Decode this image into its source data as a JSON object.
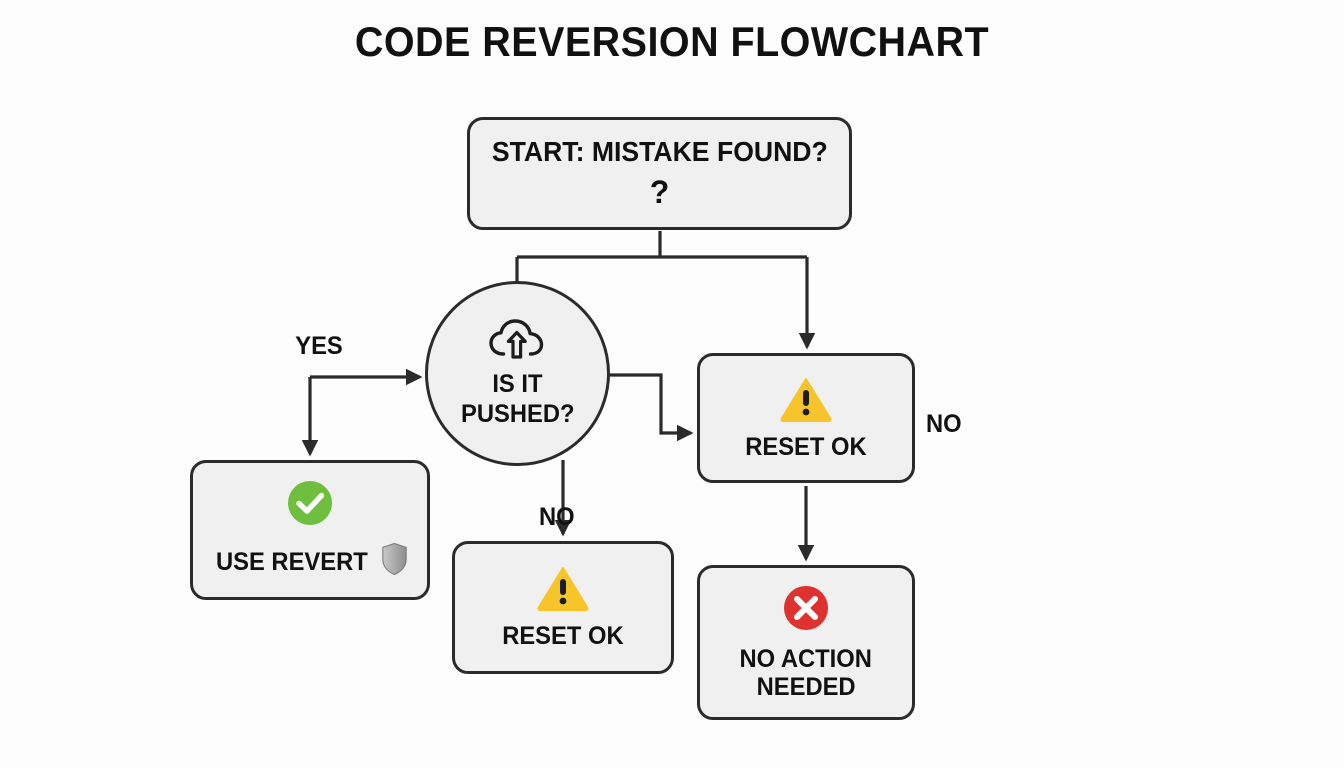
{
  "title": "CODE REVERSION FLOWCHART",
  "colors": {
    "background": "#fdfdfd",
    "node_fill": "#f0f0f0",
    "node_border": "#2b2b2b",
    "text": "#111111",
    "connector": "#2b2b2b",
    "success_green": "#6fbf3f",
    "warning_amber": "#f7c52b",
    "danger_red": "#e03131",
    "shield_gray": "#9b9b9b"
  },
  "nodes": {
    "start": {
      "label": "START: MISTAKE FOUND?",
      "sublabel": "?",
      "shape": "rounded-rect",
      "icon": "none"
    },
    "pushed": {
      "label_line1": "IS IT",
      "label_line2": "PUSHED?",
      "shape": "circle",
      "icon": "cloud-upload-icon"
    },
    "revert": {
      "label": "USE REVERT",
      "shape": "rounded-rect",
      "icon": "check-circle-icon",
      "trailing_icon": "shield-icon"
    },
    "reset_bottom": {
      "label": "RESET OK",
      "shape": "rounded-rect",
      "icon": "warning-triangle-icon"
    },
    "reset_right": {
      "label": "RESET OK",
      "shape": "rounded-rect",
      "icon": "warning-triangle-icon"
    },
    "no_action": {
      "label_line1": "NO ACTION",
      "label_line2": "NEEDED",
      "shape": "rounded-rect",
      "icon": "x-circle-icon"
    }
  },
  "edges": [
    {
      "from": "start",
      "to": "pushed",
      "label": ""
    },
    {
      "from": "start",
      "to": "reset_right",
      "label": ""
    },
    {
      "from": "pushed",
      "to": "revert",
      "label": "YES"
    },
    {
      "from": "pushed",
      "to": "reset_bottom",
      "label": "NO"
    },
    {
      "from": "pushed",
      "to": "reset_right",
      "label": ""
    },
    {
      "from": "reset_right",
      "to": "no_action",
      "label": "NO"
    }
  ],
  "edge_labels": {
    "yes": "YES",
    "no_middle": "NO",
    "no_right": "NO"
  }
}
